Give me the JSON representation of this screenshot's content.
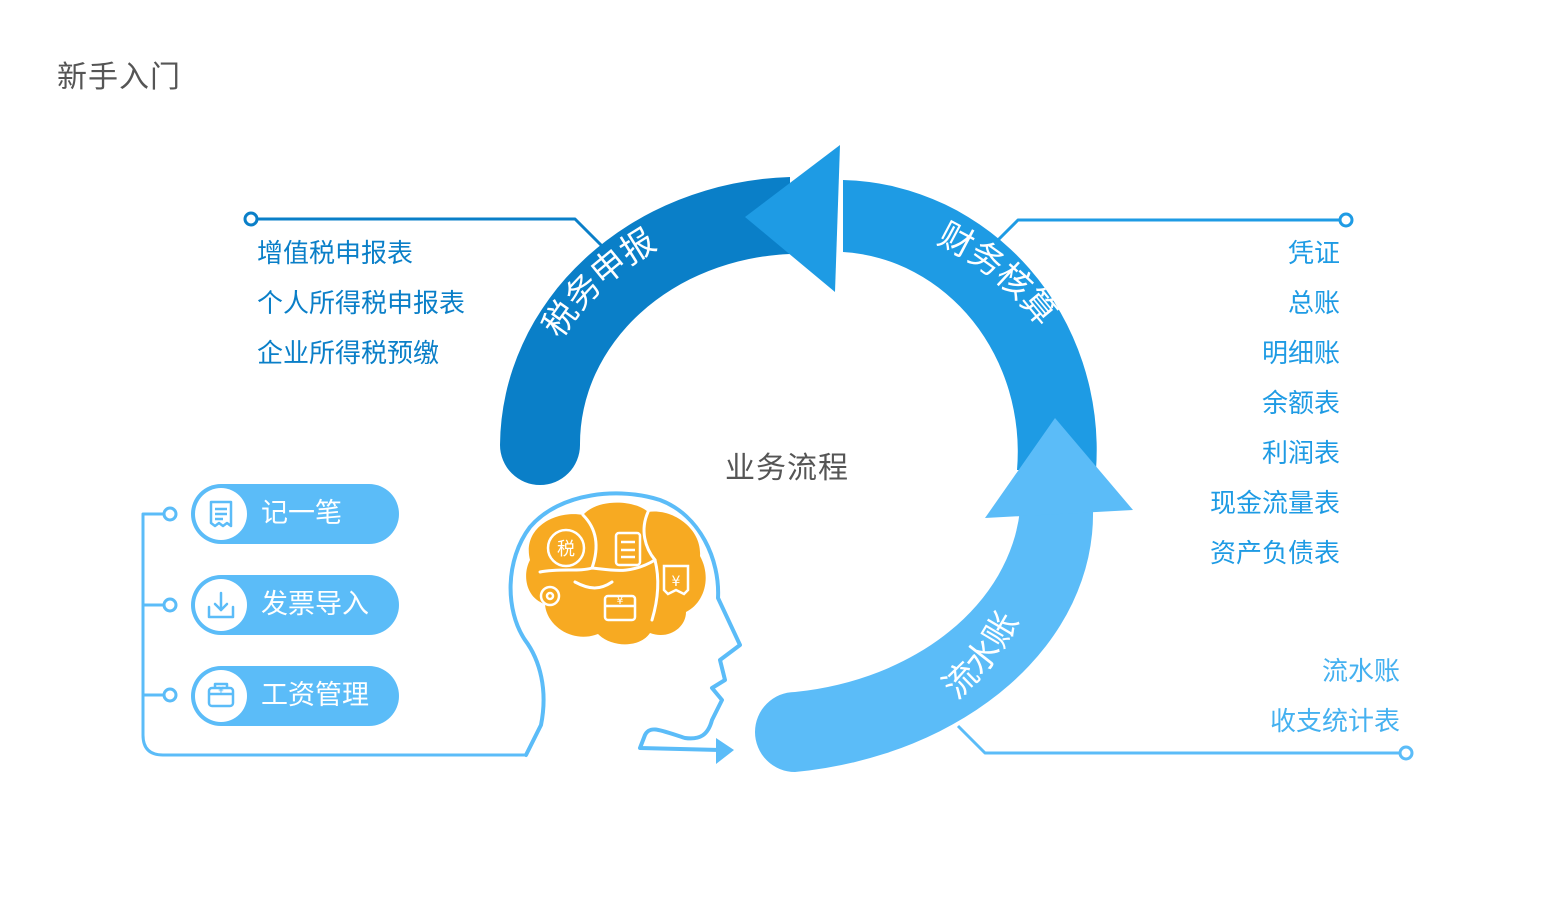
{
  "page": {
    "title": "新手入门"
  },
  "center": {
    "label": "业务流程"
  },
  "cycle": [
    {
      "label": "税务申报",
      "color": "#0a7fc8"
    },
    {
      "label": "财务核算",
      "color": "#1e9be4"
    },
    {
      "label": "流水账",
      "color": "#5bbcf8"
    }
  ],
  "tax": {
    "items": [
      "增值税申报表",
      "个人所得税申报表",
      "企业所得税预缴"
    ]
  },
  "finance": {
    "items": [
      "凭证",
      "总账",
      "明细账",
      "余额表",
      "利润表",
      "现金流量表",
      "资产负债表"
    ]
  },
  "flow": {
    "items": [
      "流水账",
      "收支统计表"
    ]
  },
  "quick_actions": [
    {
      "label": "记一笔",
      "icon": "receipt-icon"
    },
    {
      "label": "发票导入",
      "icon": "download-icon"
    },
    {
      "label": "工资管理",
      "icon": "salary-icon"
    }
  ],
  "brain_icons": {
    "char": "税",
    "yen": "¥",
    "icons": [
      "tax-icon",
      "calculator-icon",
      "receipt-icon",
      "gear-icon",
      "wallet-icon"
    ],
    "colors": {
      "brain": "#f7aa22",
      "outline": "#5bbcf8"
    }
  }
}
